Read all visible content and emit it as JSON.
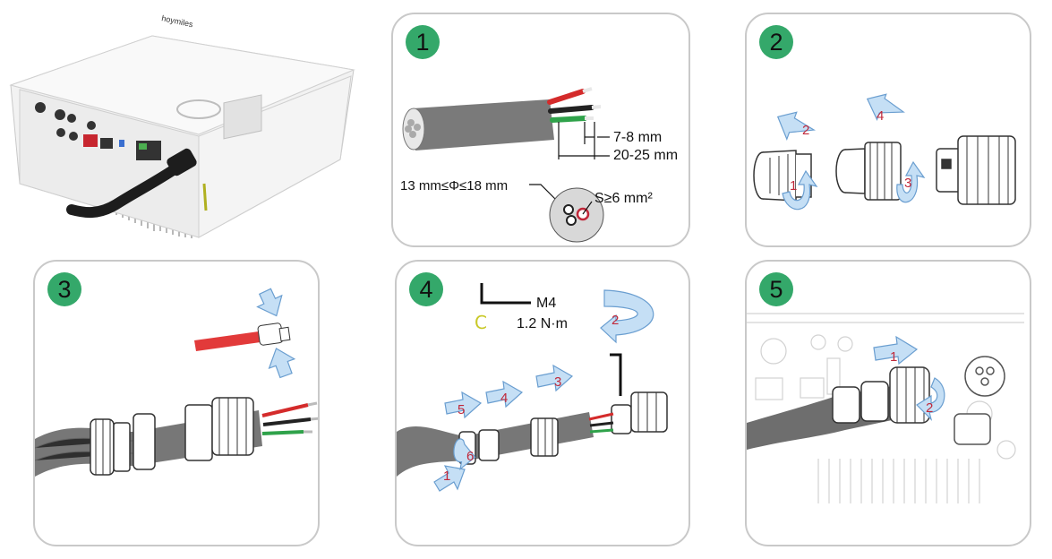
{
  "colors": {
    "badge": "#34a86a",
    "panel_border": "#c9c9c9",
    "arrow_fill": "#c5dff5",
    "arrow_stroke": "#6a9ed0",
    "step_number": "#c0283a",
    "cable": "#6e6e6e"
  },
  "inverter": {
    "brand": "hoymiles"
  },
  "steps": [
    {
      "number": "1",
      "labels": {
        "strip_short": "7-8 mm",
        "strip_long": "20-25 mm",
        "diameter": "13 mm≤Φ≤18 mm",
        "cross_section": "S≥6 mm²"
      }
    },
    {
      "number": "2",
      "arrows": [
        "1",
        "2",
        "3",
        "4"
      ]
    },
    {
      "number": "3"
    },
    {
      "number": "4",
      "tool_size": "M4",
      "torque": "1.2 N·m",
      "arrows": [
        "1",
        "2",
        "3",
        "4",
        "5",
        "6"
      ]
    },
    {
      "number": "5",
      "arrows": [
        "1",
        "2"
      ]
    }
  ]
}
